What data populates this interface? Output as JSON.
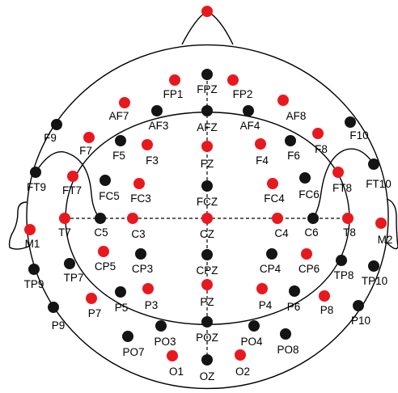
{
  "montage": {
    "colors": {
      "red": "#e8191e",
      "black": "#141414",
      "outline": "#000000"
    },
    "electrodes": [
      {
        "id": "nasion",
        "label": "",
        "color": "red"
      },
      {
        "id": "FP1",
        "label": "FP1",
        "color": "red"
      },
      {
        "id": "FPZ",
        "label": "FPZ",
        "color": "black"
      },
      {
        "id": "FP2",
        "label": "FP2",
        "color": "red"
      },
      {
        "id": "AF7",
        "label": "AF7",
        "color": "red"
      },
      {
        "id": "AF3",
        "label": "AF3",
        "color": "black"
      },
      {
        "id": "AFZ",
        "label": "AFZ",
        "color": "black"
      },
      {
        "id": "AF4",
        "label": "AF4",
        "color": "black"
      },
      {
        "id": "AF8",
        "label": "AF8",
        "color": "red"
      },
      {
        "id": "F9",
        "label": "F9",
        "color": "black"
      },
      {
        "id": "F7",
        "label": "F7",
        "color": "red"
      },
      {
        "id": "F5",
        "label": "F5",
        "color": "black"
      },
      {
        "id": "F3",
        "label": "F3",
        "color": "red"
      },
      {
        "id": "FZ",
        "label": "FZ",
        "color": "red"
      },
      {
        "id": "F4",
        "label": "F4",
        "color": "red"
      },
      {
        "id": "F6",
        "label": "F6",
        "color": "black"
      },
      {
        "id": "F8",
        "label": "F8",
        "color": "red"
      },
      {
        "id": "F10",
        "label": "F10",
        "color": "black"
      },
      {
        "id": "FT9",
        "label": "FT9",
        "color": "black"
      },
      {
        "id": "FT7",
        "label": "FT7",
        "color": "red"
      },
      {
        "id": "FC5",
        "label": "FC5",
        "color": "black"
      },
      {
        "id": "FC3",
        "label": "FC3",
        "color": "red"
      },
      {
        "id": "FCZ",
        "label": "FCZ",
        "color": "black"
      },
      {
        "id": "FC4",
        "label": "FC4",
        "color": "red"
      },
      {
        "id": "FC6",
        "label": "FC6",
        "color": "black"
      },
      {
        "id": "FT8",
        "label": "FT8",
        "color": "red"
      },
      {
        "id": "FT10",
        "label": "FT10",
        "color": "black"
      },
      {
        "id": "M1",
        "label": "M1",
        "color": "red"
      },
      {
        "id": "T7",
        "label": "T7",
        "color": "red"
      },
      {
        "id": "C5",
        "label": "C5",
        "color": "black"
      },
      {
        "id": "C3",
        "label": "C3",
        "color": "red"
      },
      {
        "id": "CZ",
        "label": "CZ",
        "color": "red"
      },
      {
        "id": "C4",
        "label": "C4",
        "color": "red"
      },
      {
        "id": "C6",
        "label": "C6",
        "color": "black"
      },
      {
        "id": "T8",
        "label": "T8",
        "color": "red"
      },
      {
        "id": "M2",
        "label": "M2",
        "color": "red"
      },
      {
        "id": "TP9",
        "label": "TP9",
        "color": "black"
      },
      {
        "id": "TP7",
        "label": "TP7",
        "color": "black"
      },
      {
        "id": "CP5",
        "label": "CP5",
        "color": "red"
      },
      {
        "id": "CP3",
        "label": "CP3",
        "color": "black"
      },
      {
        "id": "CPZ",
        "label": "CPZ",
        "color": "black"
      },
      {
        "id": "CP4",
        "label": "CP4",
        "color": "black"
      },
      {
        "id": "CP6",
        "label": "CP6",
        "color": "red"
      },
      {
        "id": "TP8",
        "label": "TP8",
        "color": "black"
      },
      {
        "id": "TP10",
        "label": "TP10",
        "color": "black"
      },
      {
        "id": "P9",
        "label": "P9",
        "color": "black"
      },
      {
        "id": "P7",
        "label": "P7",
        "color": "red"
      },
      {
        "id": "P5",
        "label": "P5",
        "color": "black"
      },
      {
        "id": "P3",
        "label": "P3",
        "color": "red"
      },
      {
        "id": "PZ",
        "label": "PZ",
        "color": "red"
      },
      {
        "id": "P4",
        "label": "P4",
        "color": "red"
      },
      {
        "id": "P6",
        "label": "P6",
        "color": "black"
      },
      {
        "id": "P8",
        "label": "P8",
        "color": "red"
      },
      {
        "id": "P10",
        "label": "P10",
        "color": "black"
      },
      {
        "id": "PO7",
        "label": "PO7",
        "color": "black"
      },
      {
        "id": "PO3",
        "label": "PO3",
        "color": "black"
      },
      {
        "id": "POZ",
        "label": "POZ",
        "color": "black"
      },
      {
        "id": "PO4",
        "label": "PO4",
        "color": "black"
      },
      {
        "id": "PO8",
        "label": "PO8",
        "color": "black"
      },
      {
        "id": "O1",
        "label": "O1",
        "color": "red"
      },
      {
        "id": "OZ",
        "label": "OZ",
        "color": "black"
      },
      {
        "id": "O2",
        "label": "O2",
        "color": "red"
      }
    ]
  }
}
